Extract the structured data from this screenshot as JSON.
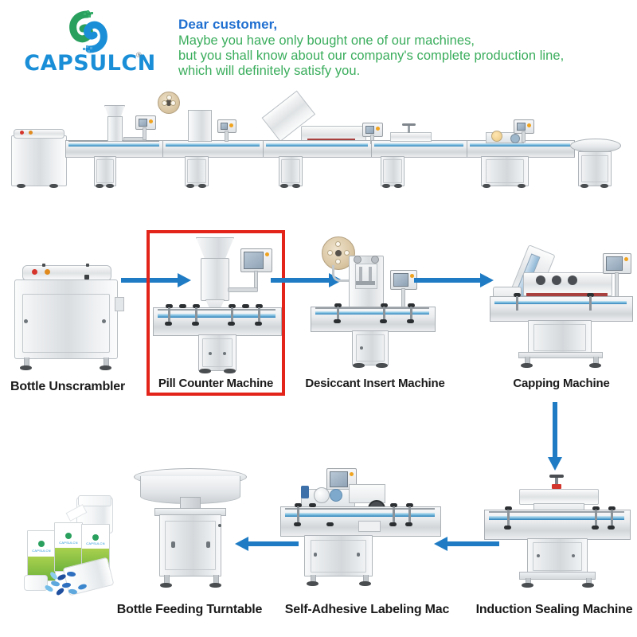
{
  "brand": {
    "logo_text": "CAPSULCN",
    "registered_mark": "®",
    "logo_icon": "capsulcn-swirl-logo",
    "logo_green": "#2aa05e",
    "logo_blue": "#1a8fd8"
  },
  "header": {
    "salutation": "Dear customer,",
    "line1": "Maybe you have only bought one of our machines,",
    "line2": "but you shall know about our company's complete production line,",
    "line3": "which will definitely satisfy you.",
    "salutation_color": "#1f6fd0",
    "body_color": "#3aad5c"
  },
  "overview": {
    "alt": "Complete automatic bottle packaging production line overview",
    "stations": [
      "bottle-unscrambler",
      "pill-counter",
      "desiccant-inserter",
      "capping",
      "induction-sealer",
      "labeling",
      "turntable"
    ]
  },
  "highlight": {
    "target": "Pill Counter Machine",
    "border_color": "#e2241a"
  },
  "arrow_color": "#1f7cc4",
  "rows": [
    {
      "id": "row-2",
      "machines": [
        {
          "id": "bottle-unscrambler",
          "label": "Bottle Unscrambler"
        },
        {
          "id": "pill-counter-machine",
          "label": "Pill Counter Machine"
        },
        {
          "id": "desiccant-insert-machine",
          "label": "Desiccant Insert Machine"
        },
        {
          "id": "capping-machine",
          "label": "Capping Machine"
        }
      ]
    },
    {
      "id": "row-3",
      "machines": [
        {
          "id": "finished-product",
          "label": ""
        },
        {
          "id": "bottle-feeding-turntable",
          "label": "Bottle Feeding Turntable"
        },
        {
          "id": "self-adhesive-labeling-machine",
          "label": "Self-Adhesive Labeling Mac"
        },
        {
          "id": "induction-sealing-machine",
          "label": "Induction Sealing Machine"
        }
      ]
    }
  ],
  "flow": {
    "arrow_1": "unscrambler-to-counter",
    "arrow_2": "counter-to-desiccant",
    "arrow_3": "desiccant-to-capping",
    "arrow_4": "capping-to-sealing",
    "arrow_5": "sealing-to-labeling",
    "arrow_6": "labeling-to-turntable"
  }
}
